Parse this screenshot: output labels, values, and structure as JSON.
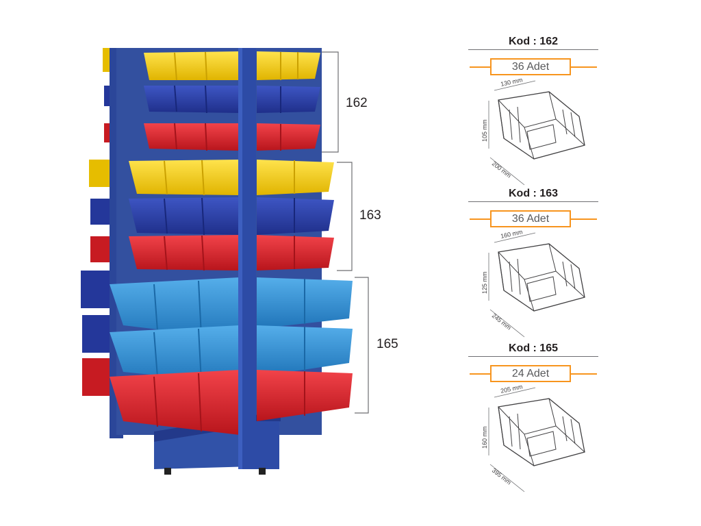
{
  "brackets": [
    {
      "label": "162"
    },
    {
      "label": "163"
    },
    {
      "label": "165"
    }
  ],
  "specs": [
    {
      "kod": "Kod : 162",
      "qty": "36 Adet",
      "width": "130 mm",
      "height": "105 mm",
      "depth": "200 mm"
    },
    {
      "kod": "Kod : 163",
      "qty": "36 Adet",
      "width": "160 mm",
      "height": "125 mm",
      "depth": "245 mm"
    },
    {
      "kod": "Kod : 165",
      "qty": "24 Adet",
      "width": "205 mm",
      "height": "160 mm",
      "depth": "395 mm"
    }
  ],
  "colors": {
    "rack_blue": "#2f4da0",
    "yellow_bin": "#ffd200",
    "navy_bin": "#2b3fa8",
    "red_bin": "#e0242b",
    "light_blue_bin": "#2f8fd6",
    "accent_orange": "#f7941d"
  }
}
